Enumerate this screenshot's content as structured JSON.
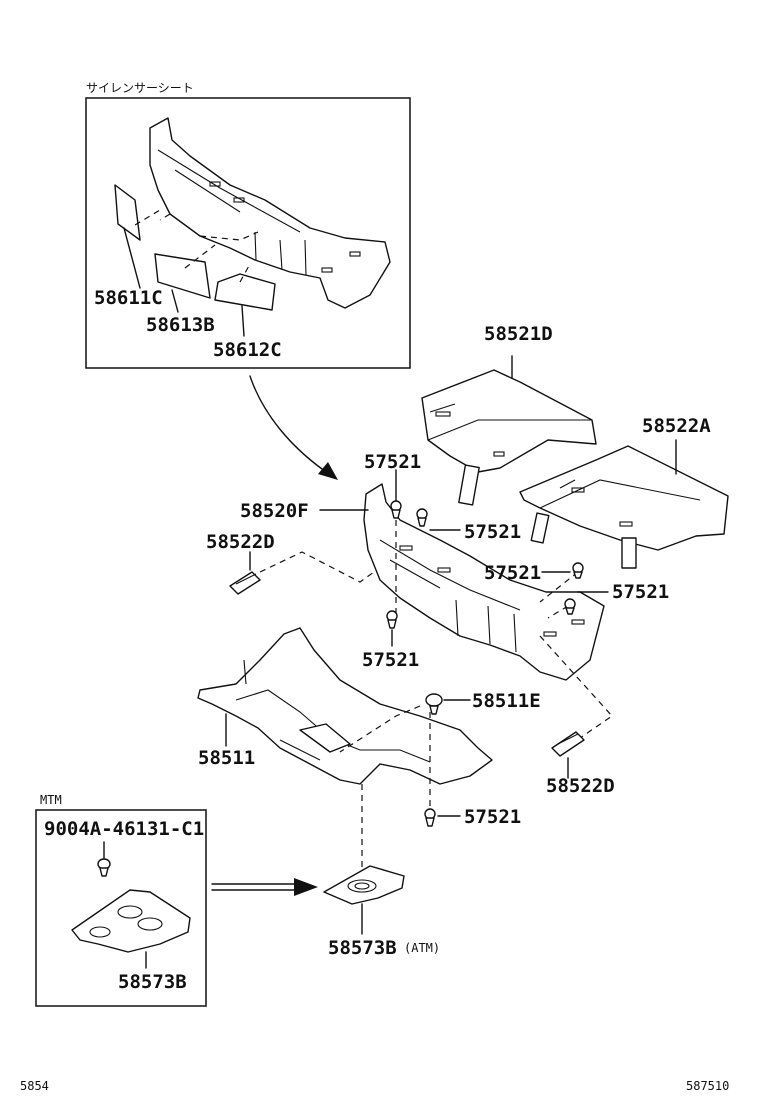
{
  "insert_title": "サイレンサーシート",
  "mtm_label": "MTM",
  "footer": {
    "left": "5854",
    "right": "587510"
  },
  "callouts": {
    "c58611C": "58611C",
    "c58613B": "58613B",
    "c58612C": "58612C",
    "c58521D": "58521D",
    "c58522A": "58522A",
    "c57521_a": "57521",
    "c58520F": "58520F",
    "c57521_b": "57521",
    "c58522D_a": "58522D",
    "c57521_c": "57521",
    "c57521_d": "57521",
    "c57521_e": "57521",
    "c58511E": "58511E",
    "c58511": "58511",
    "c58522D_b": "58522D",
    "c57521_f": "57521",
    "c9004A": "9004A-46131-C1",
    "c58573B_mtm": "58573B",
    "c58573B_atm": "58573B",
    "atm_suffix": "(ATM)"
  }
}
